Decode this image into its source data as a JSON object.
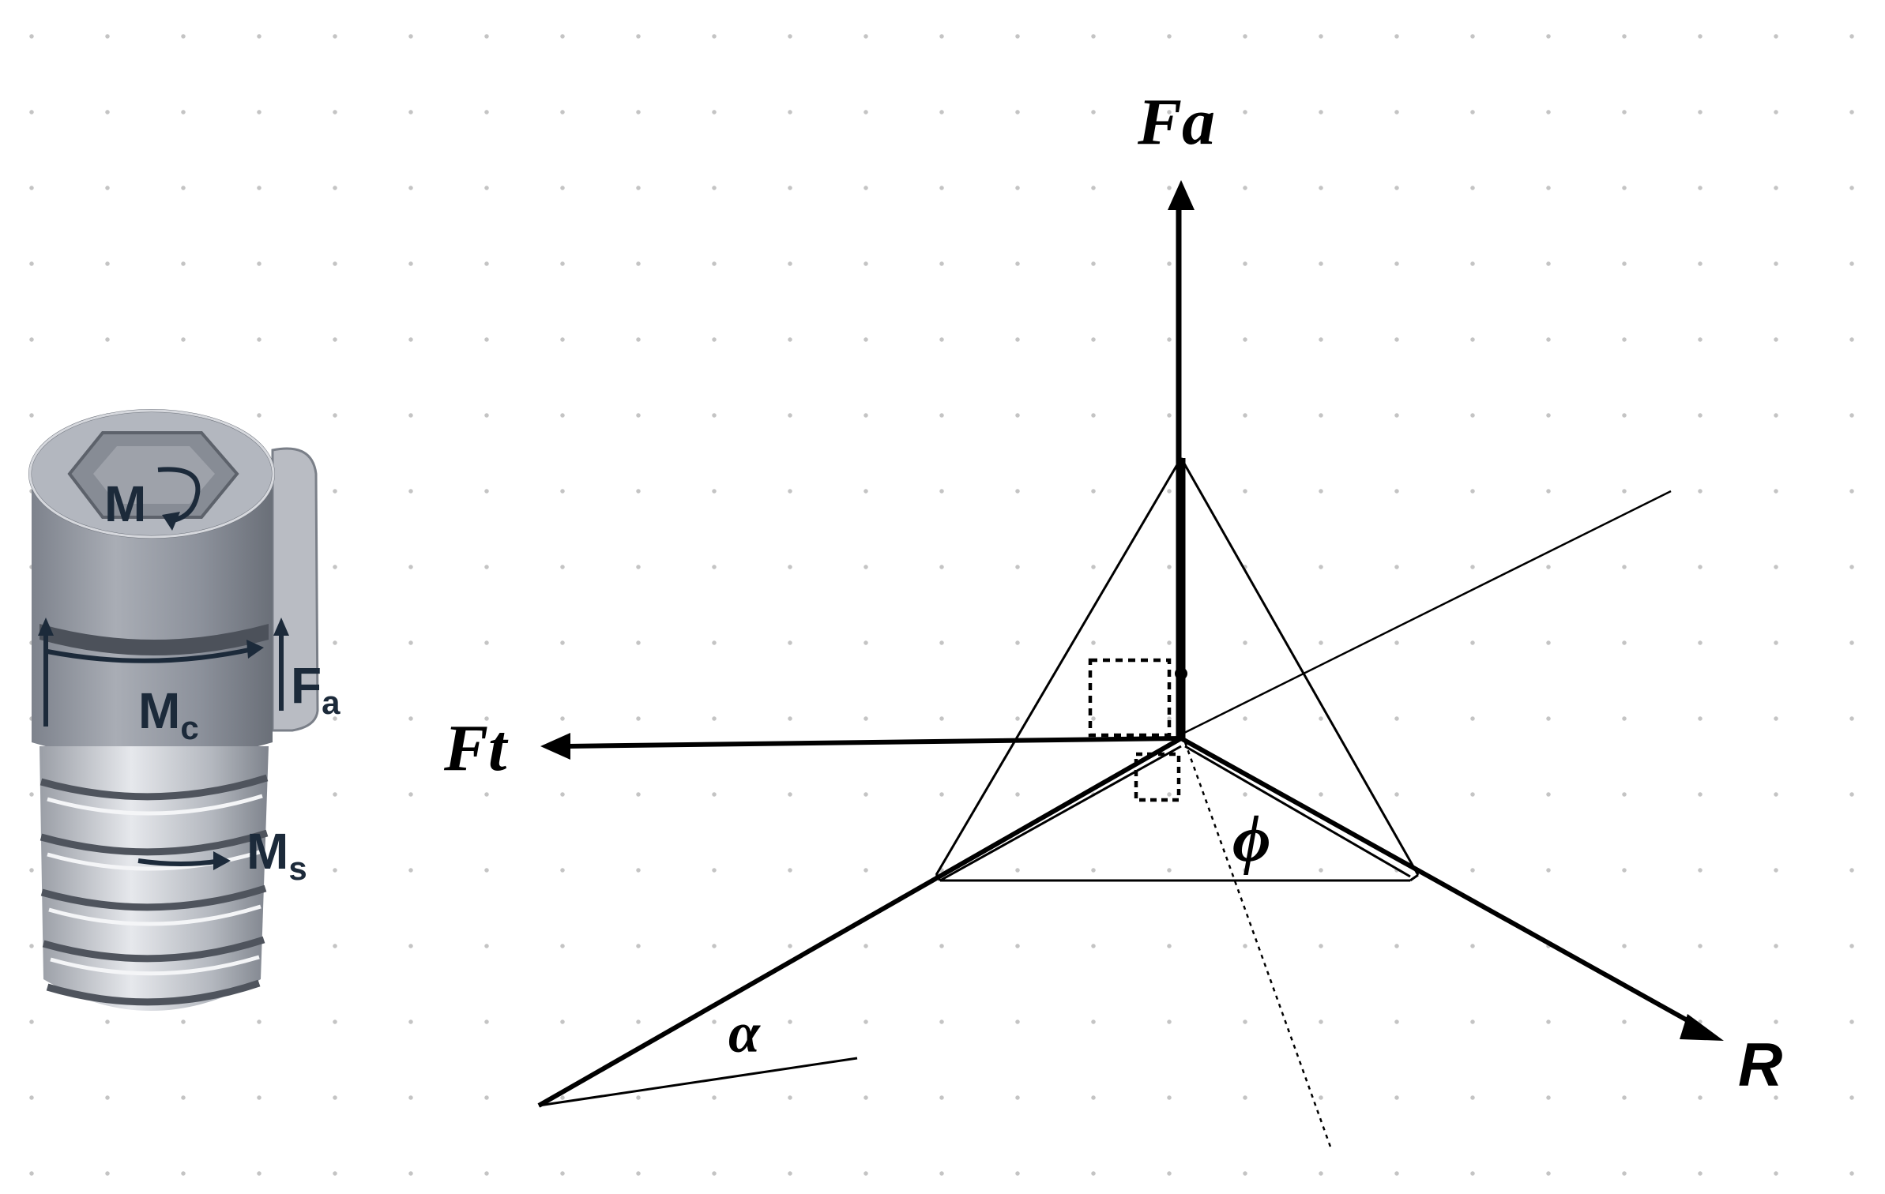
{
  "colors": {
    "ink": "#000000",
    "part_body": "#8c919b",
    "part_dark": "#5a5f68",
    "part_light": "#c9ccd2",
    "part_label": "#1c2a3a"
  },
  "part": {
    "label_top": "M",
    "label_mid_main": "M",
    "label_mid_sub": "c",
    "label_thread_main": "M",
    "label_thread_sub": "s",
    "label_force_main": "F",
    "label_force_sub": "a"
  },
  "diagram": {
    "label_fa": "Fa",
    "label_ft": "Ft",
    "label_r": "R",
    "label_phi": "ϕ",
    "label_alpha": "α"
  }
}
